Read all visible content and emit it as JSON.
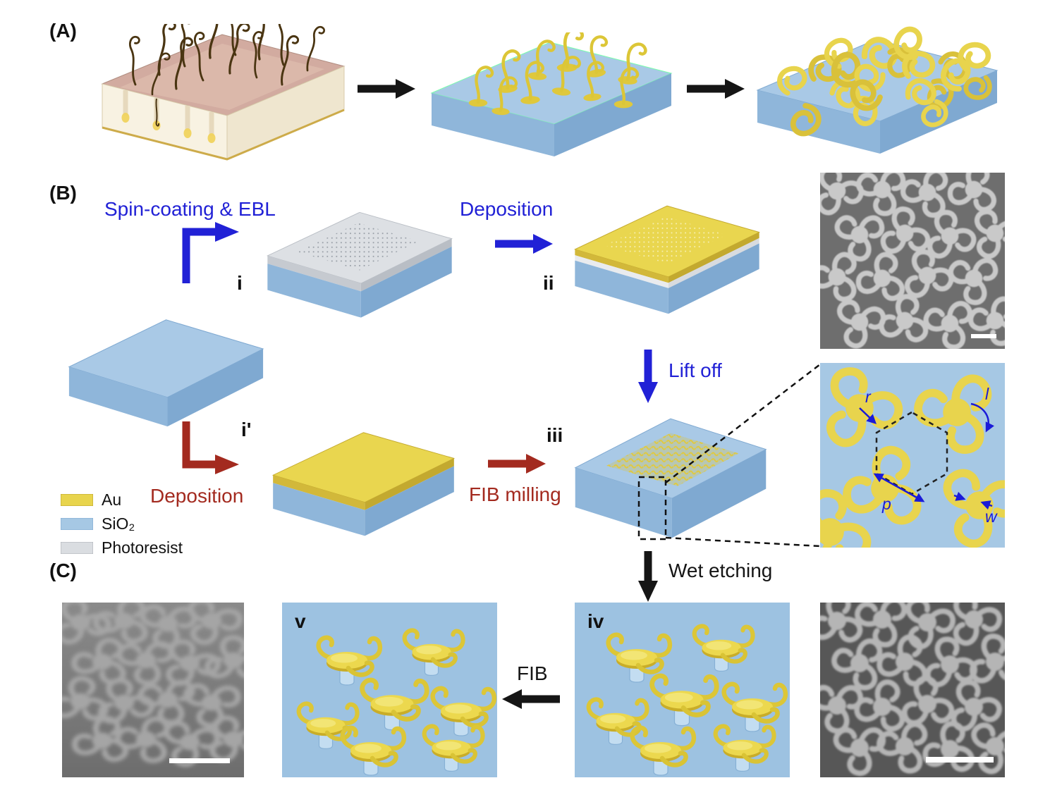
{
  "panels": {
    "a": {
      "label": "(A)"
    },
    "b": {
      "label": "(B)"
    },
    "c": {
      "label": "(C)"
    }
  },
  "process_steps": {
    "spin_coating_ebl": "Spin-coating & EBL",
    "deposition_top": "Deposition",
    "lift_off": "Lift off",
    "deposition_bottom": "Deposition",
    "fib_milling": "FIB milling",
    "wet_etching": "Wet etching",
    "fib": "FIB"
  },
  "stage_labels": {
    "i": "i",
    "ii": "ii",
    "iii": "iii",
    "i_prime": "i'",
    "iv": "iv",
    "v": "v"
  },
  "legend": {
    "au": {
      "label": "Au",
      "color": "#e8d44d"
    },
    "sio2": {
      "label": "SiO₂",
      "color": "#a6c8e4"
    },
    "photoresist": {
      "label": "Photoresist",
      "color": "#dadde1"
    }
  },
  "geometry_labels": {
    "r": "r",
    "l": "l",
    "p": "p",
    "w": "w"
  },
  "colors": {
    "gold": "#e8d44d",
    "sio2_blue": "#a6c8e4",
    "photoresist_grey": "#dadde1",
    "blue_accent": "#2121d6",
    "red_accent": "#a32a1f",
    "black": "#151515"
  }
}
